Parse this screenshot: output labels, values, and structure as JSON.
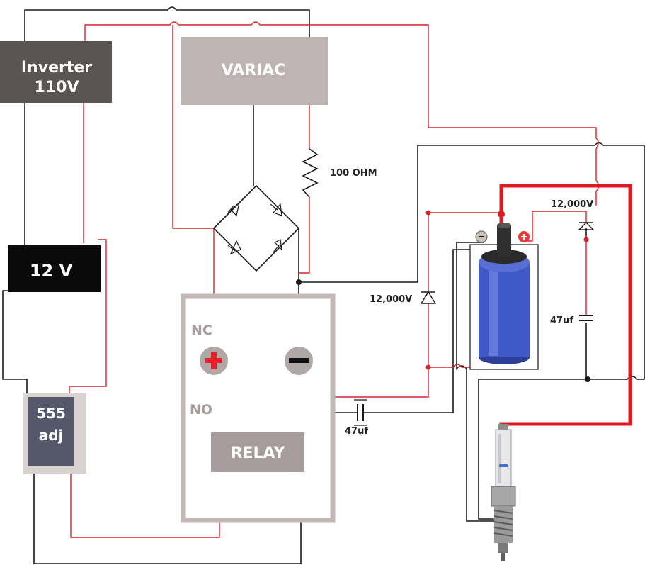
{
  "blocks": {
    "inverter_line1": "Inverter",
    "inverter_line2": "110V",
    "variac": "VARIAC",
    "battery": "12 V",
    "timer_line1": "555",
    "timer_line2": "adj",
    "relay": "RELAY"
  },
  "relay_terminals": {
    "nc": "NC",
    "no": "NO"
  },
  "components": {
    "resistor": "100 OHM",
    "diode_left": "12,000V",
    "diode_right": "12,000V",
    "cap_right": "47uf",
    "cap_bottom": "47uf"
  },
  "colors": {
    "wire_black": "#1a1a1a",
    "wire_red": "#d9242b",
    "wire_hv": "#dd1a22",
    "inverter_box": "#5a5452",
    "variac_box": "#bdb4b3",
    "battery_box": "#0a0a0a",
    "relay_frame": "#c2b9b7",
    "relay_box": "#a69c9b",
    "timer_box": "#55586a",
    "coil_blue": "#3f58c8"
  },
  "icons": [
    "plus-terminal-icon",
    "minus-terminal-icon",
    "ignition-coil-icon",
    "spark-plug-icon",
    "bridge-rectifier-icon"
  ]
}
